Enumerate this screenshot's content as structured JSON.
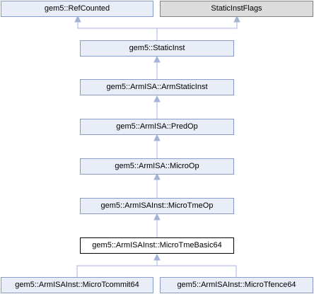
{
  "diagram": {
    "nodes": {
      "refcounted": "gem5::RefCounted",
      "staticinstflags": "StaticInstFlags",
      "staticinst": "gem5::StaticInst",
      "armstaticinst": "gem5::ArmISA::ArmStaticInst",
      "predop": "gem5::ArmISA::PredOp",
      "microop": "gem5::ArmISA::MicroOp",
      "microtmeop": "gem5::ArmISAInst::MicroTmeOp",
      "microtmebasic64": "gem5::ArmISAInst::MicroTmeBasic64",
      "microtcommit64": "gem5::ArmISAInst::MicroTcommit64",
      "microtfence64": "gem5::ArmISAInst::MicroTfence64"
    }
  }
}
